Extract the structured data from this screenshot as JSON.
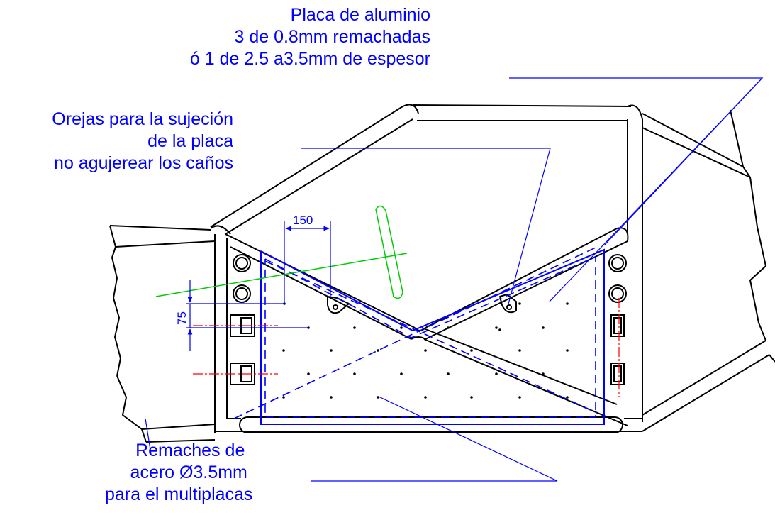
{
  "notes": {
    "placa": [
      "Placa de aluminio",
      "3 de 0.8mm remachadas",
      "ó 1 de 2.5 a3.5mm de espesor"
    ],
    "orejas": [
      "Orejas para la sujeción",
      "de la placa",
      "no agujerear los caños"
    ],
    "remaches": [
      "Remaches de",
      "acero Ø3.5mm",
      "para el multiplacas"
    ]
  },
  "dimensions": {
    "horizontal": "150",
    "vertical": "75"
  },
  "colors": {
    "frame": "#000000",
    "annotation": "#0000ff",
    "centerline": "#ff0000",
    "reference_line": "#00cc00",
    "background": "#ffffff"
  }
}
